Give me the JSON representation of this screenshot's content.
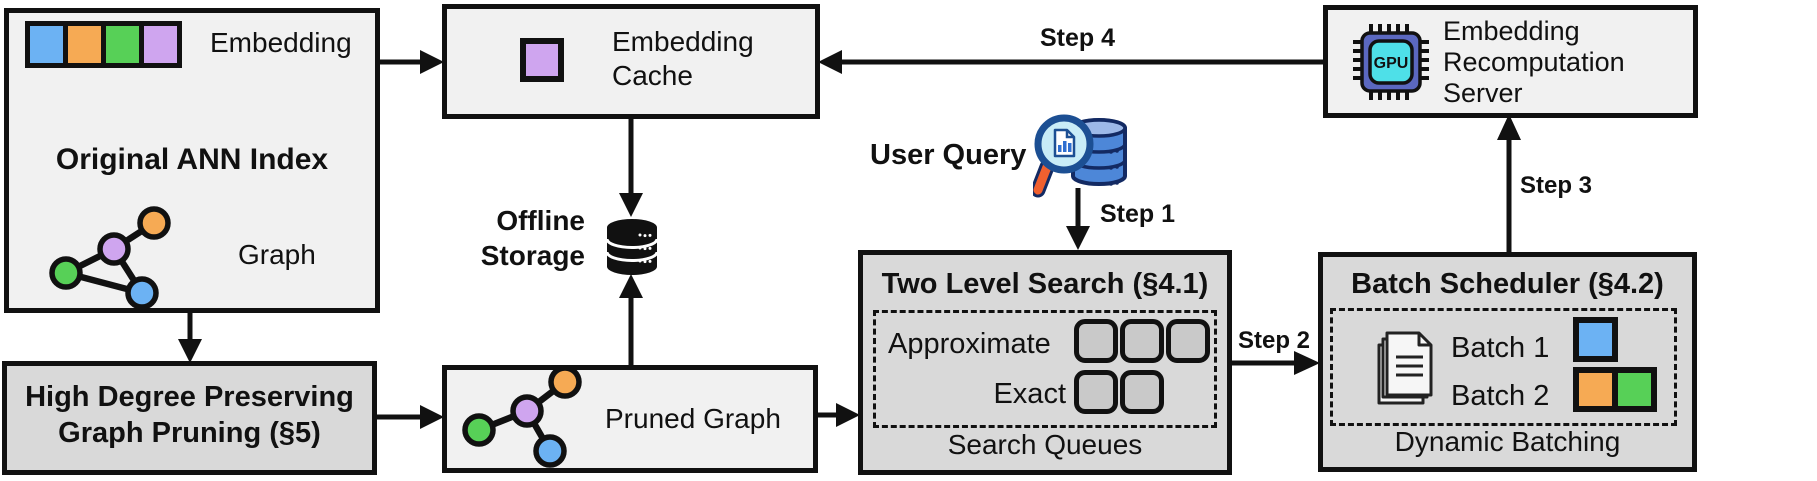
{
  "ann": {
    "title": "Original ANN Index",
    "embedding_label": "Embedding",
    "graph_label": "Graph",
    "embedding_colors": [
      "#6cb2f3",
      "#f6aa54",
      "#57d057",
      "#cfa5ef"
    ]
  },
  "hd": {
    "line1": "High Degree Preserving",
    "line2": "Graph Pruning (§5)"
  },
  "cache": {
    "line1": "Embedding",
    "line2": "Cache"
  },
  "storage": {
    "line1": "Offline",
    "line2": "Storage"
  },
  "pg": {
    "label": "Pruned Graph"
  },
  "uq": {
    "label": "User Query"
  },
  "steps": {
    "s1": "Step 1",
    "s2": "Step 2",
    "s3": "Step 3",
    "s4": "Step 4"
  },
  "tls": {
    "title": "Two Level Search (§4.1)",
    "row1_label": "Approximate",
    "row2_label": "Exact",
    "footer": "Search Queues",
    "approximate_queue_count": 3,
    "exact_queue_count": 2
  },
  "bs": {
    "title": "Batch Scheduler (§4.2)",
    "rows": [
      {
        "label": "Batch 1",
        "colors": [
          "#6cb2f3"
        ]
      },
      {
        "label": "Batch 2",
        "colors": [
          "#f6aa54",
          "#57d057"
        ]
      }
    ],
    "footer": "Dynamic Batching"
  },
  "server": {
    "line1": "Embedding",
    "line2": "Recomputation",
    "line3": "Server",
    "gpu_label": "GPU"
  },
  "colors": {
    "box_light": "#f1f1f1",
    "box_dark": "#d9d9d9",
    "outline": "#111111",
    "node_blue": "#6cb2f3",
    "node_orange": "#f6aa54",
    "node_green": "#57d057",
    "node_purple": "#cfa5ef",
    "queue_fill": "#c9c9c9",
    "gpu_chip_body": "#5b68c0",
    "gpu_chip_screen": "#4ee0e8",
    "magnifier_handle": "#f0602f",
    "query_db_blue": "#4d87d8"
  }
}
